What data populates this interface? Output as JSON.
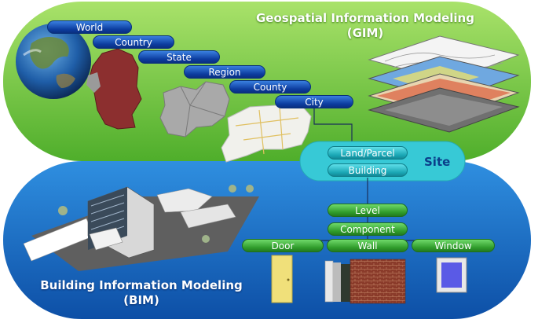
{
  "gim": {
    "title_line1": "Geospatial Information Modeling",
    "title_line2": "(GIM)",
    "hierarchy": [
      "World",
      "Country",
      "State",
      "Region",
      "County",
      "City"
    ]
  },
  "site": {
    "label": "Site",
    "items": [
      "Land/Parcel",
      "Building"
    ]
  },
  "bim": {
    "title_line1": "Building Information Modeling",
    "title_line2": "(BIM)",
    "hierarchy": [
      "Level",
      "Component"
    ],
    "components": [
      "Door",
      "Wall",
      "Window"
    ]
  },
  "colors": {
    "gim_green": "#6cc63a",
    "bim_blue": "#1c73c9",
    "site_teal": "#37c9d6",
    "pill_blue": "#0c3c9e",
    "pill_green": "#2e9a2a"
  }
}
